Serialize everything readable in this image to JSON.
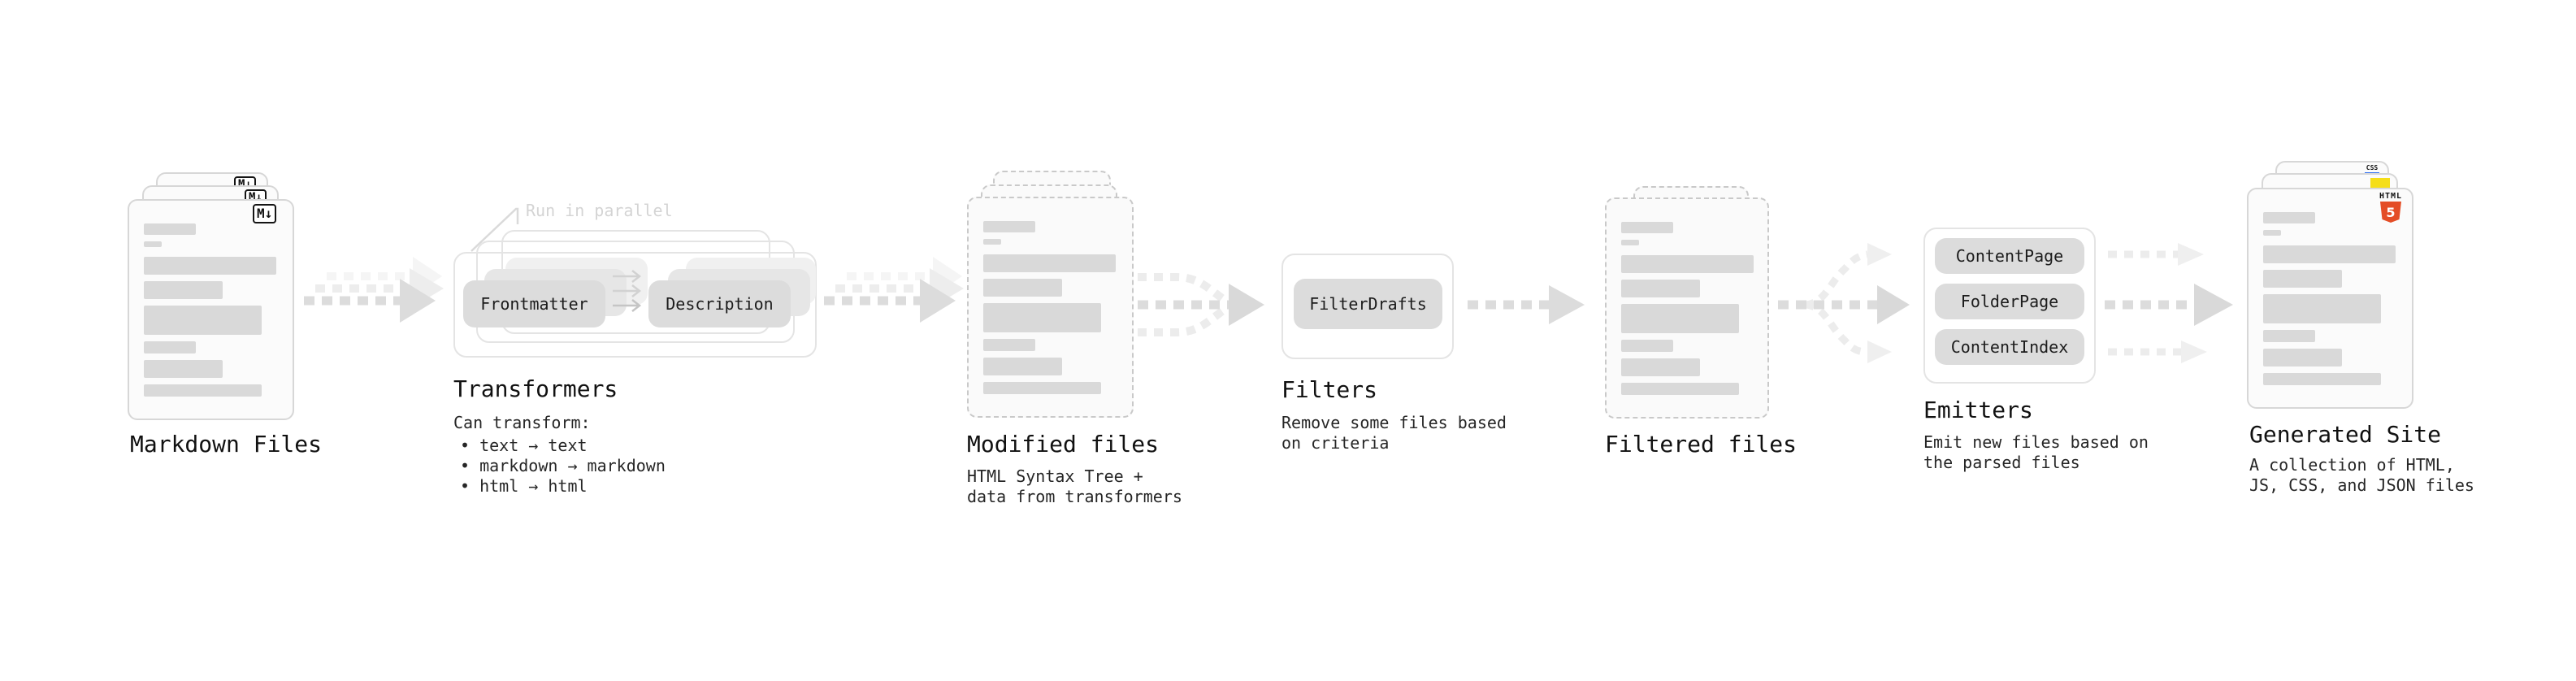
{
  "stages": {
    "markdown": {
      "label": "Markdown Files",
      "badge": "M↓"
    },
    "transformers": {
      "annotation": "Run in parallel",
      "box1": "Frontmatter",
      "box2": "Description",
      "title": "Transformers",
      "desc_heading": "Can transform:",
      "bullets": [
        "text → text",
        "markdown → markdown",
        "html → html"
      ]
    },
    "modified": {
      "title": "Modified files",
      "description": "HTML Syntax Tree +\ndata from transformers"
    },
    "filters": {
      "box1": "FilterDrafts",
      "title": "Filters",
      "description": "Remove some files based\non criteria"
    },
    "filtered": {
      "title": "Filtered files"
    },
    "emitters": {
      "boxes": [
        "ContentPage",
        "FolderPage",
        "ContentIndex"
      ],
      "title": "Emitters",
      "description": "Emit new files based on\nthe parsed files"
    },
    "site": {
      "title": "Generated Site",
      "description": "A collection of HTML,\nJS, CSS, and JSON files",
      "badge_html_label": "HTML",
      "badge_html_number": "5",
      "badge_css": "CSS"
    }
  },
  "colors": {
    "bar_gray": "#d9d9d9",
    "card_bg": "#fbfbfb",
    "card_border": "#d7d7d7",
    "dash_border": "#c9c9c9",
    "box_bg": "#dcdcdc",
    "container_border": "#e4e4e4",
    "html5_orange": "#e44d26",
    "js_yellow": "#f5de19",
    "css_blue": "#2d6ff2",
    "arrow_dark": "#dcdcdc",
    "arrow_light": "#ededed"
  },
  "card_bars": [
    {
      "w": 64,
      "h": 14,
      "mt": 0
    },
    {
      "w": 22,
      "h": 7,
      "mt": 8
    },
    {
      "w": 163,
      "h": 22,
      "mt": 12
    },
    {
      "w": 97,
      "h": 22,
      "mt": 8
    },
    {
      "w": 145,
      "h": 36,
      "mt": 8
    },
    {
      "w": 64,
      "h": 15,
      "mt": 8
    },
    {
      "w": 97,
      "h": 22,
      "mt": 8
    },
    {
      "w": 145,
      "h": 15,
      "mt": 8
    }
  ]
}
